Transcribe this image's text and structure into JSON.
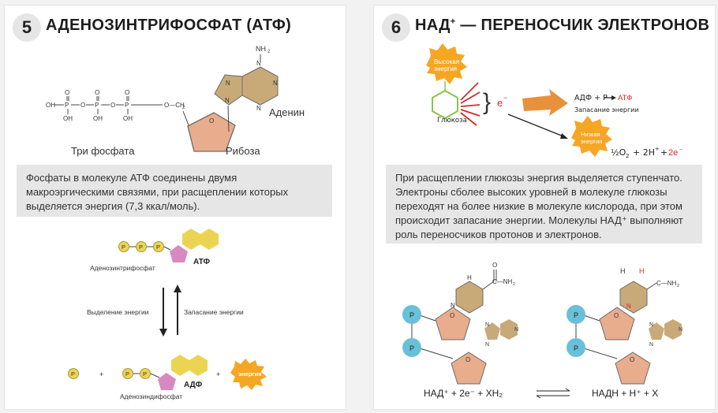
{
  "panel5": {
    "number": "5",
    "title": "АДЕНОЗИНТРИФОСФАТ (АТФ)",
    "structure": {
      "oh_left": "OH",
      "p": "P",
      "o": "O",
      "oh": "OH",
      "o_ch2": "O—CH",
      "ch2_sub": "2",
      "nh2": "NH",
      "nh2_sub": "2",
      "n": "N",
      "label_phosphates": "Три фосфата",
      "label_ribose": "Рибоза",
      "label_adenine": "Аденин"
    },
    "text_box": "Фосфаты в молекуле АТФ соединены двумя макроэргическими связями, при расщеплении которых выделяется энергия (7,3 ккал/моль).",
    "cycle": {
      "p": "P",
      "atf_label": "АТФ",
      "atf_name": "Аденозинтрифосфат",
      "release": "Выделение энергии",
      "storage": "Запасание энергии",
      "plus": "+",
      "adf_label": "АДФ",
      "adf_name": "Аденозиндифосфат",
      "energy": "энергия"
    }
  },
  "panel6": {
    "number": "6",
    "title_pre": "НАД",
    "title_sup": "+",
    "title_post": " — ПЕРЕНОСЧИК ЭЛЕКТРОНОВ",
    "scheme": {
      "high_energy_1": "Высокая",
      "high_energy_2": "энергия",
      "glucose": "Глюкоза",
      "electron": "e",
      "electron_sup": "−",
      "adf_p": "АДФ + Р",
      "atf": "АТФ",
      "storage": "Запасание  энергии",
      "low_energy_1": "Низкая",
      "low_energy_2": "энергия",
      "oxygen": "½O",
      "oxygen_sub": "2",
      "protons": "+ 2H",
      "protons_sup": "+",
      "plus": "+",
      "electrons_red": "2e",
      "electrons_sup": "−"
    },
    "text_box": "При расщеплении глюкозы энергия выделяется ступенчато. Электроны сболее высоких уровней в молекуле глюкозы переходят на более низкие в молекуле кислорода, при этом происходит запасание энергии. Молекулы НАД⁺ выполняют роль переносчиков протонов и электронов.",
    "nad": {
      "p": "P",
      "o": "O",
      "n": "N",
      "h": "H",
      "c_nh2": "C—NH",
      "nh2_sub": "2",
      "o_top": "O",
      "equation_left": "НАД⁺ + 2e⁻ + XH₂",
      "equation_right": "НАДН + H⁺ + X"
    }
  },
  "colors": {
    "tan": "#c8aa78",
    "salmon": "#e8ad8c",
    "blue": "#67c1d8",
    "yellow": "#ecd453",
    "pink": "#d88ac0",
    "green": "#8bc34a",
    "orange": "#f5a623",
    "red": "#d62a2a"
  }
}
